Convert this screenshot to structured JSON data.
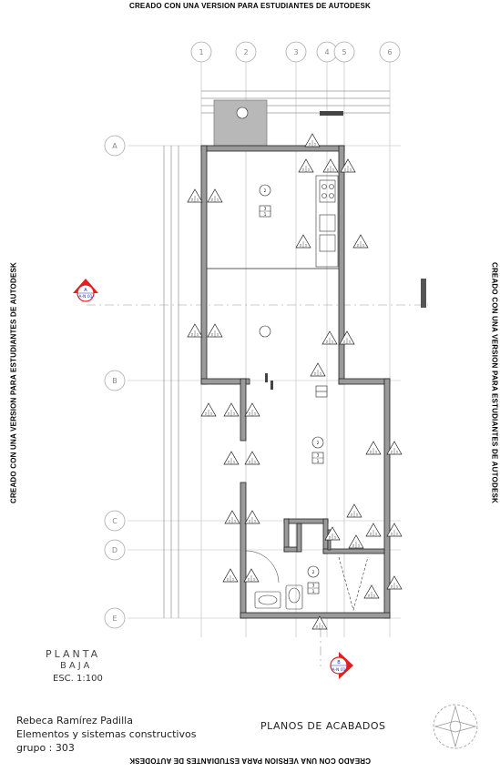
{
  "watermark": "CREADO CON UNA VERSION PARA ESTUDIANTES DE AUTODESK",
  "grid": {
    "columns": [
      "1",
      "2",
      "3",
      "4",
      "5",
      "6"
    ],
    "rows": [
      "A",
      "B",
      "C",
      "D",
      "E"
    ]
  },
  "section_marks": {
    "a": {
      "letter": "A",
      "sheet": "A-N 01"
    },
    "b": {
      "letter": "B",
      "sheet": "A-N 01"
    }
  },
  "room_tags": {
    "top": [
      "2",
      "3",
      "1"
    ],
    "mid": [
      "2",
      "3",
      "1"
    ],
    "bath": [
      "2",
      "3",
      "1"
    ]
  },
  "finish_tags": [
    "2",
    "1"
  ],
  "labels": {
    "view_title": "PLANTA",
    "view_sub": "BAJA",
    "scale": "ESC. 1:100"
  },
  "titleblock": {
    "author": "Rebeca Ramírez Padilla",
    "course": "Elementos y sistemas constructivos",
    "group": "grupo : 303",
    "sheet_title": "PLANOS DE ACABADOS"
  },
  "colors": {
    "line": "#222222",
    "wall_fill": "#9a9a9a",
    "section_red": "#e02020",
    "section_blue": "#1a2fd0",
    "patio": "#b8b8b8"
  }
}
